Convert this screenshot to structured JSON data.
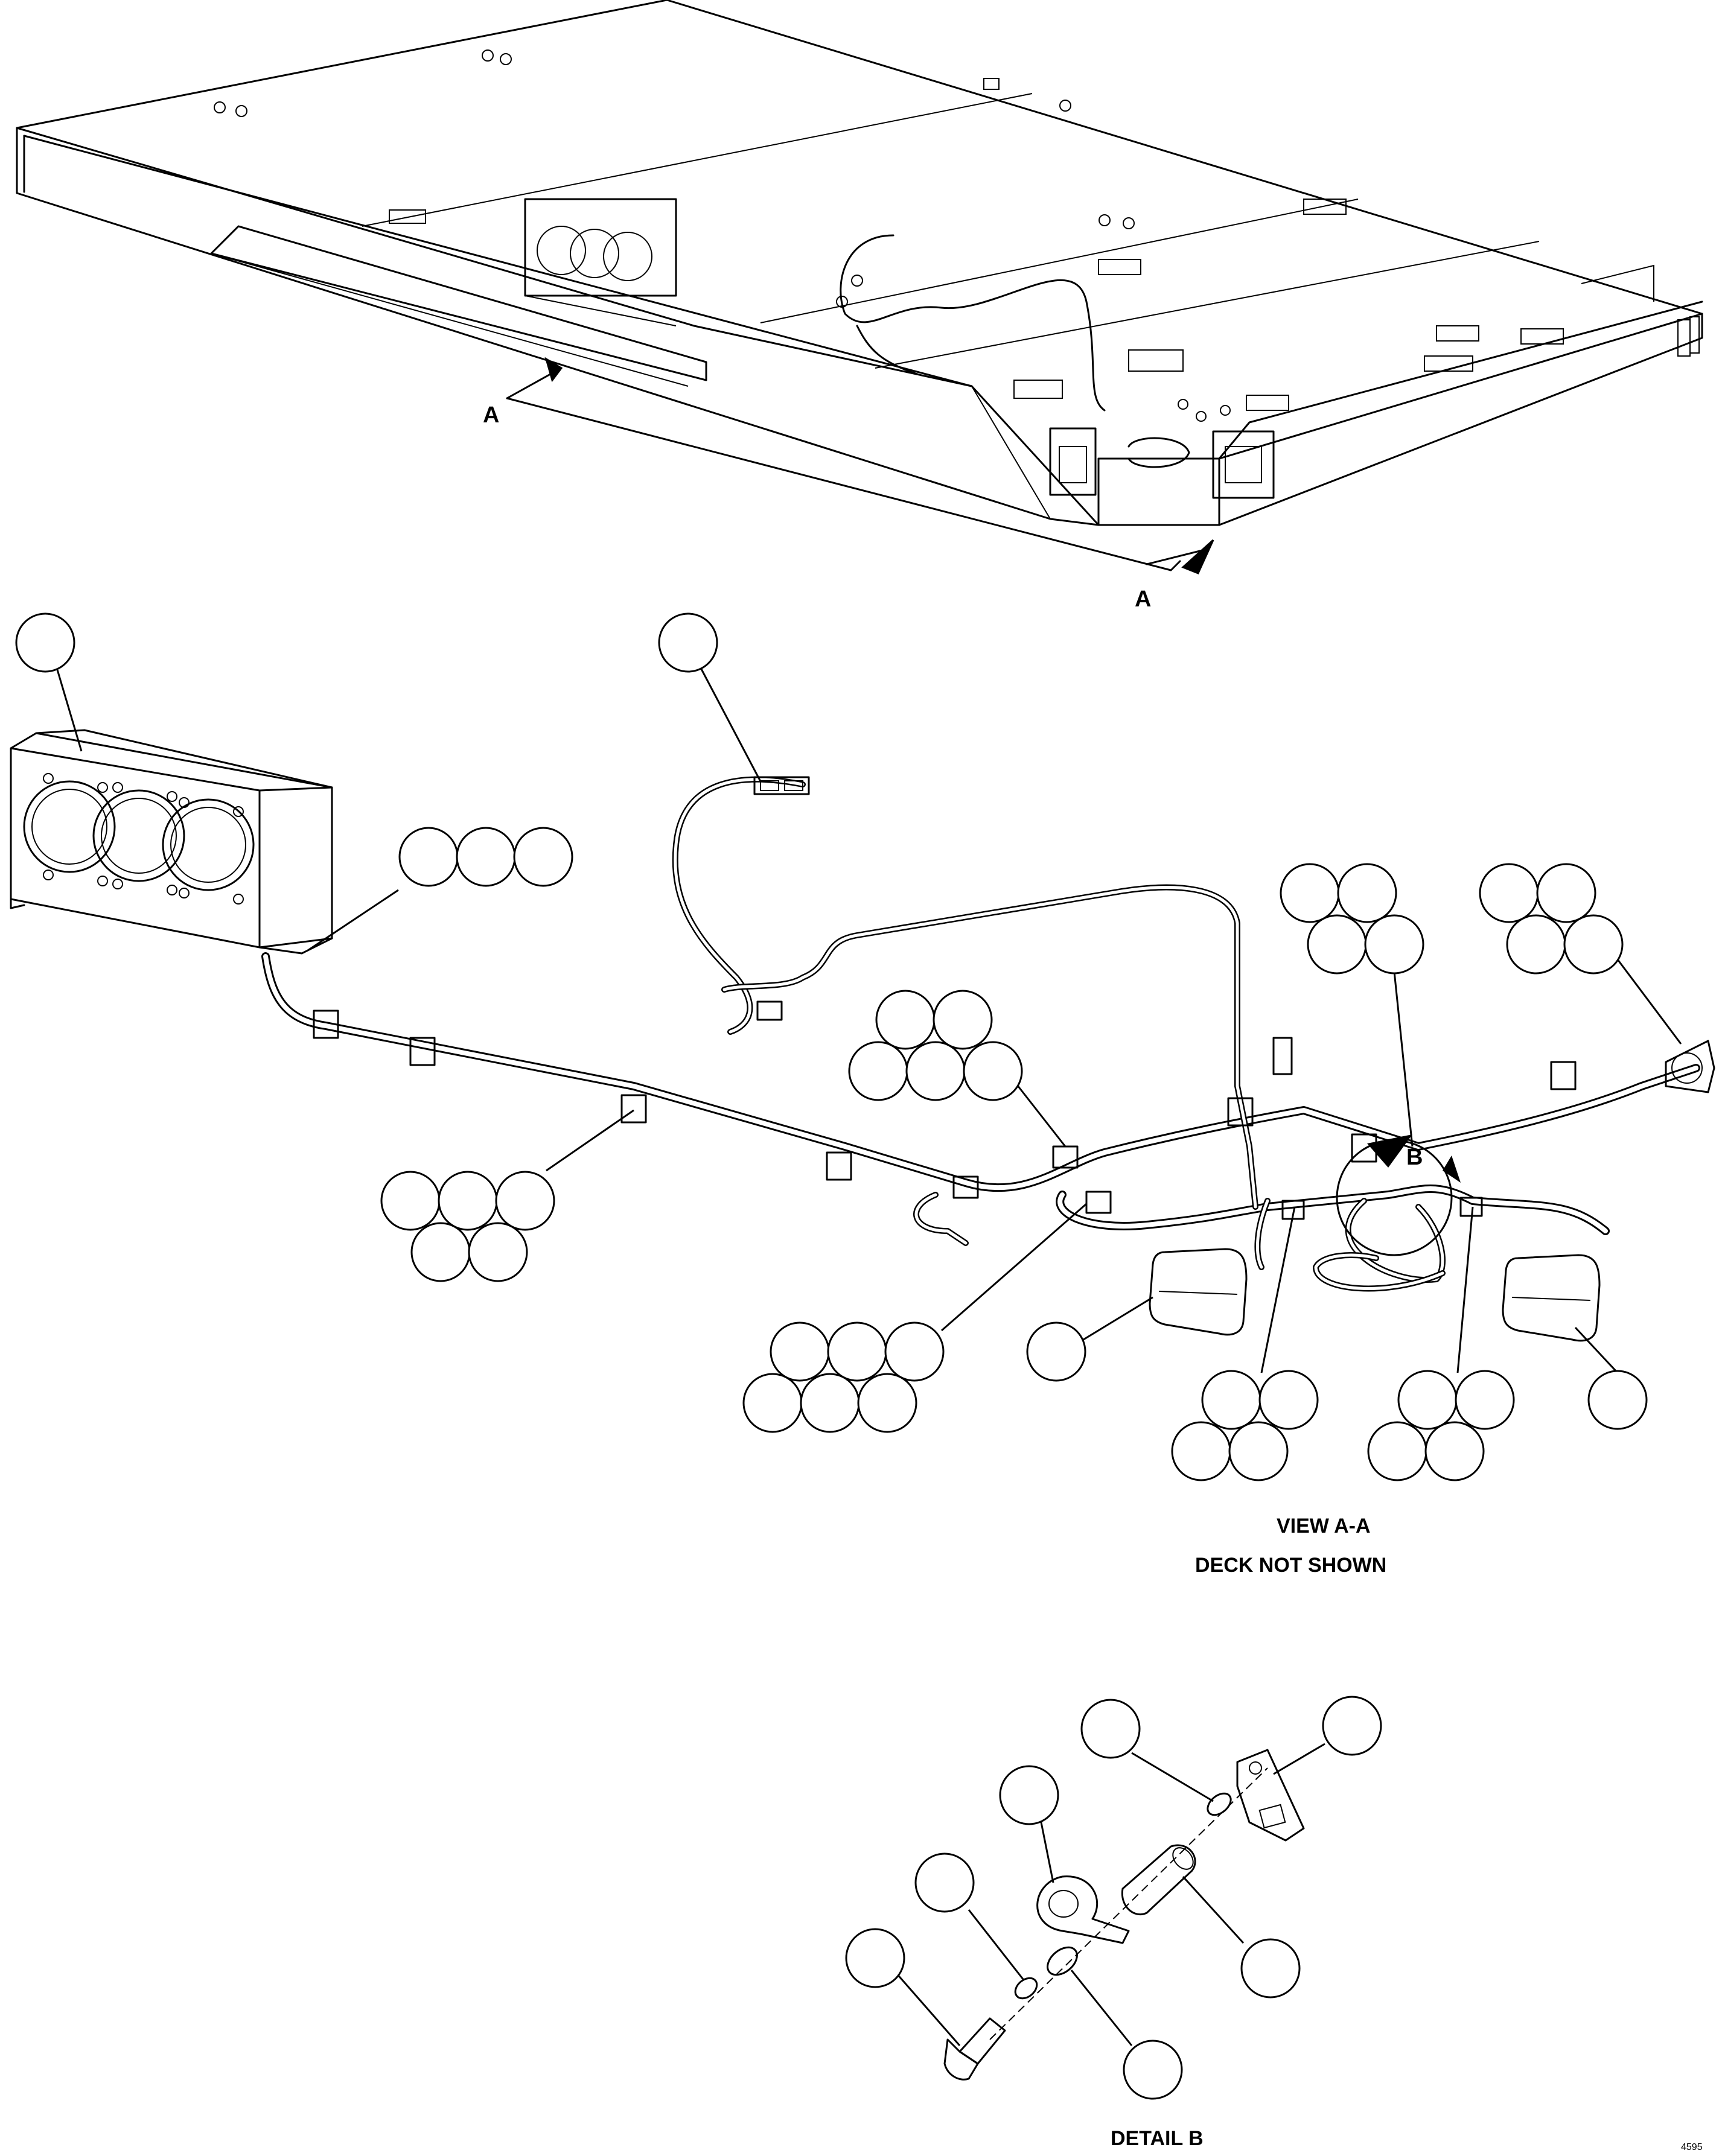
{
  "labels": {
    "section_mark_left": "A",
    "section_mark_right": "A",
    "detail_mark": "B",
    "view_title": "VIEW A-A",
    "view_note": "DECK NOT SHOWN",
    "detail_title": "DETAIL B",
    "sheet_code": "4595"
  }
}
